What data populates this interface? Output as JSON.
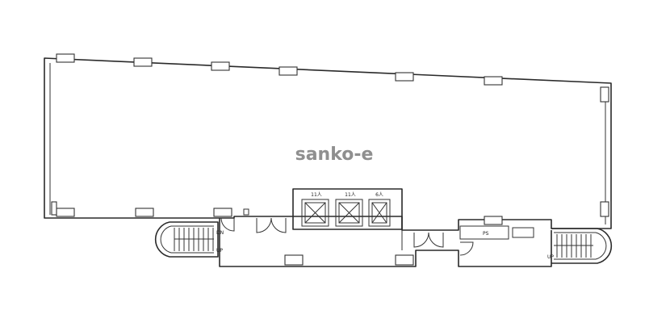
{
  "watermark": "sanko-e",
  "elevators": [
    {
      "label": "11人"
    },
    {
      "label": "11人"
    },
    {
      "label": "6人"
    }
  ],
  "stairs": {
    "left": {
      "down": "DN",
      "up": "UP"
    },
    "right": {
      "up": "UP"
    }
  },
  "pipe_shaft": "PS"
}
